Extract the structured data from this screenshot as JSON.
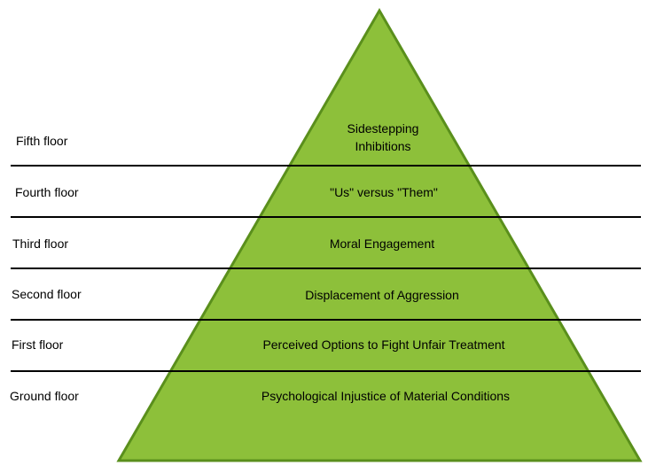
{
  "colors": {
    "pyramid_fill": "#8dc03a",
    "pyramid_stroke": "#5a8f1c",
    "divider": "#000000",
    "background": "#ffffff"
  },
  "floors": [
    {
      "label": "Ground floor",
      "text_lines": [
        "Psychological Injustice of Material Conditions"
      ]
    },
    {
      "label": "First floor",
      "text_lines": [
        "Perceived Options to Fight Unfair Treatment"
      ]
    },
    {
      "label": "Second floor",
      "text_lines": [
        "Displacement of Aggression"
      ]
    },
    {
      "label": "Third floor",
      "text_lines": [
        "Moral Engagement"
      ]
    },
    {
      "label": "Fourth floor",
      "text_lines": [
        "\"Us\" versus \"Them\""
      ]
    },
    {
      "label": "Fifth floor",
      "text_lines": [
        "Sidestepping",
        "Inhibitions"
      ]
    }
  ]
}
